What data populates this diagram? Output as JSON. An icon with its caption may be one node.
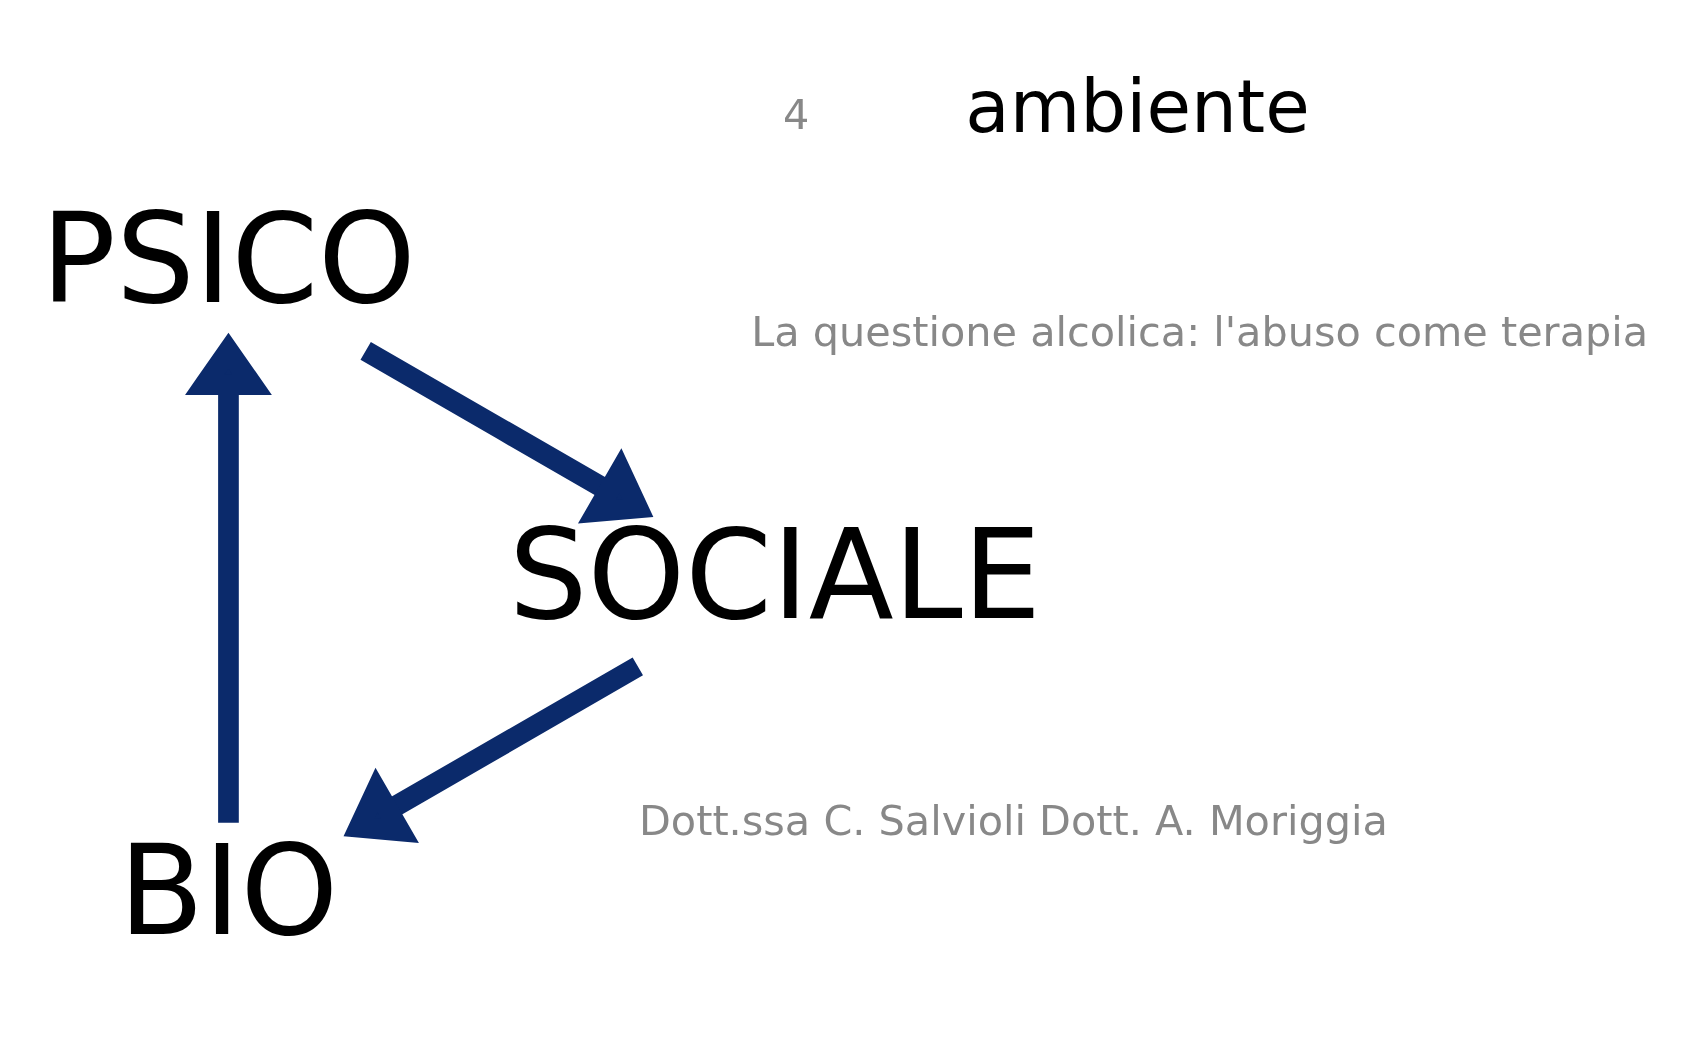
{
  "diagram": {
    "nodes": [
      {
        "text": [
          "BIO"
        ]
      },
      {
        "text": [
          "PSICO"
        ]
      },
      {
        "text": [
          "SOCIALE"
        ]
      }
    ],
    "edges": [
      {
        "from": 0,
        "to": 1,
        "arrow": "to"
      },
      {
        "from": 1,
        "to": 2,
        "arrow": "to"
      },
      {
        "from": 2,
        "to": 0,
        "arrow": "to"
      }
    ],
    "labels": [
      "ambiente",
      "Dott.ssa C. Salvioli Dott. A. Moriggia",
      "La questione alcolica: l'abuso come terapia",
      "4"
    ]
  }
}
